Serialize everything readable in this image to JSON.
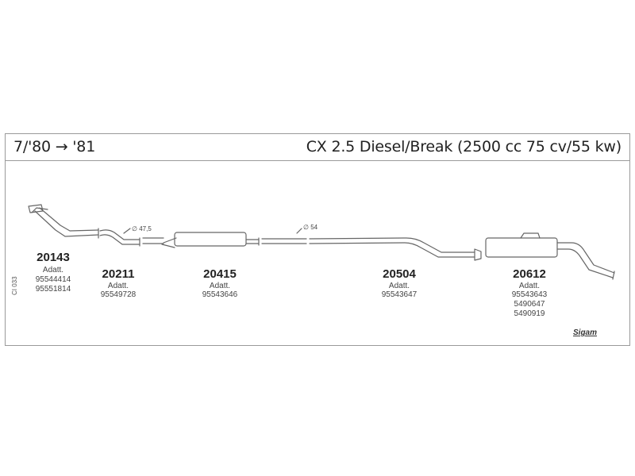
{
  "header": {
    "date_range": "7/'80 → '81",
    "vehicle": "CX 2.5 Diesel/Break (2500 cc 75 cv/55 kw)"
  },
  "side_code": "CI 033",
  "brand": "Sigam",
  "dimensions": [
    {
      "label": "∅ 47,5"
    },
    {
      "label": "∅ 54"
    }
  ],
  "parts": [
    {
      "number": "20143",
      "adapt_label": "Adatt.",
      "refs": [
        "95544414",
        "95551814"
      ]
    },
    {
      "number": "20211",
      "adapt_label": "Adatt.",
      "refs": [
        "95549728"
      ]
    },
    {
      "number": "20415",
      "adapt_label": "Adatt.",
      "refs": [
        "95543646"
      ]
    },
    {
      "number": "20504",
      "adapt_label": "Adatt.",
      "refs": [
        "95543647"
      ]
    },
    {
      "number": "20612",
      "adapt_label": "Adatt.",
      "refs": [
        "95543643",
        "5490647",
        "5490919"
      ]
    }
  ]
}
